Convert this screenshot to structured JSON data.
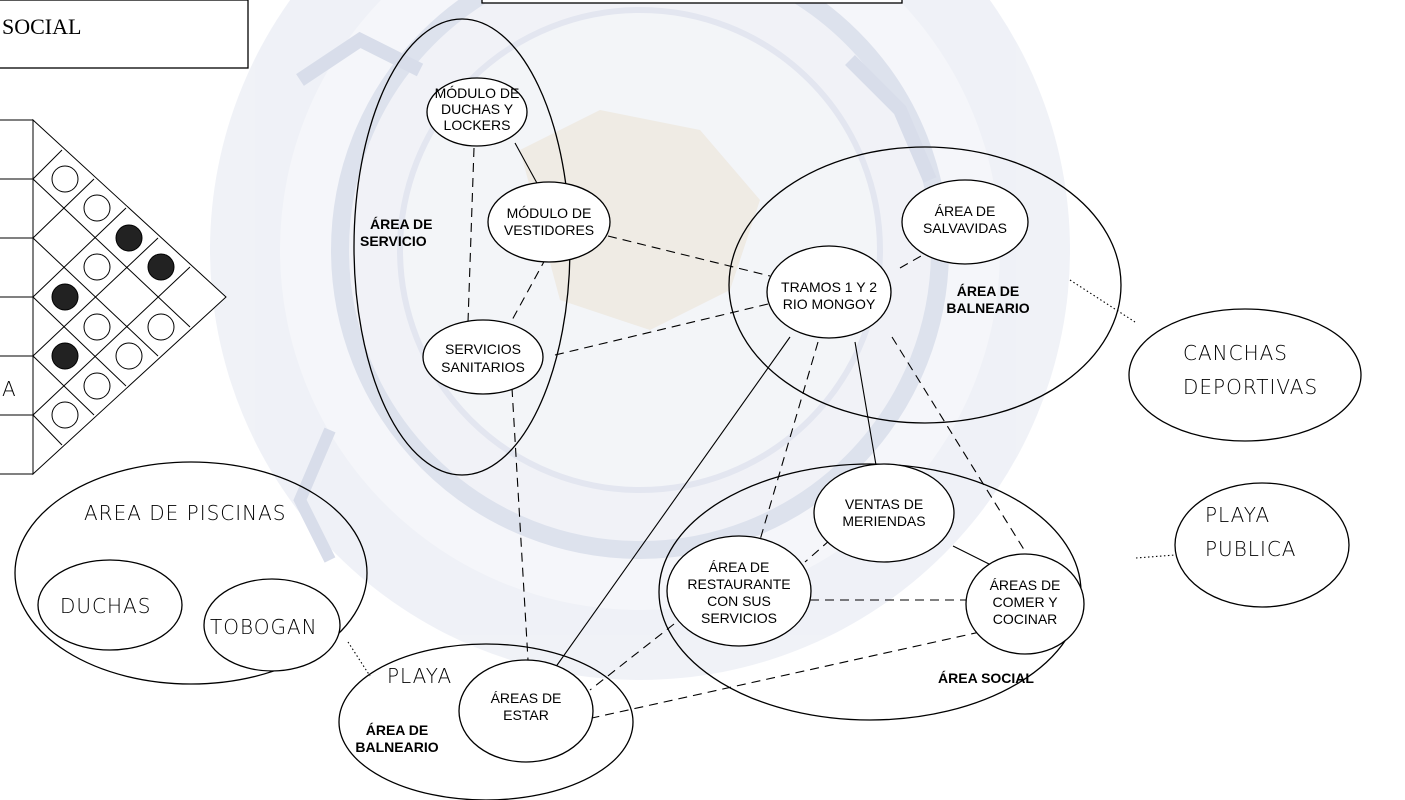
{
  "header": {
    "social_label": "SOCIAL",
    "stray_letter": "A"
  },
  "nodes": {
    "modulo_duchas": [
      "MÓDULO DE",
      "DUCHAS Y",
      "LOCKERS"
    ],
    "modulo_vestidores": [
      "MÓDULO DE",
      "VESTIDORES"
    ],
    "servicios_sanitarios": [
      "SERVICIOS",
      "SANITARIOS"
    ],
    "area_salvavidas": [
      "ÁREA DE",
      "SALVAVIDAS"
    ],
    "tramos": [
      "TRAMOS 1 Y 2",
      "RIO MONGOY"
    ],
    "ventas_meriendas": [
      "VENTAS DE",
      "MERIENDAS"
    ],
    "area_restaurante": [
      "ÁREA DE",
      "RESTAURANTE",
      "CON SUS",
      "SERVICIOS"
    ],
    "areas_comer": [
      "ÁREAS DE",
      "COMER Y",
      "COCINAR"
    ],
    "areas_estar": [
      "ÁREAS DE",
      "ESTAR"
    ],
    "canchas": [
      "CANCHAS",
      "DEPORTIVAS"
    ],
    "playa_publica": [
      "PLAYA",
      "PUBLICA"
    ],
    "area_piscinas": "AREA DE PISCINAS",
    "duchas": "DUCHAS",
    "tobogan": "TOBOGAN",
    "playa": "PLAYA"
  },
  "zones": {
    "area_servicio": [
      "ÁREA DE",
      "SERVICIO"
    ],
    "area_balneario_top": [
      "ÁREA DE",
      "BALNEARIO"
    ],
    "area_social": "ÁREA SOCIAL",
    "area_balneario_bottom": [
      "ÁREA DE",
      "BALNEARIO"
    ]
  },
  "colors": {
    "watermark": "#c3cbe0",
    "watermark_dark": "#a9b4d2",
    "watermark_warm": "#d9c9a8"
  }
}
